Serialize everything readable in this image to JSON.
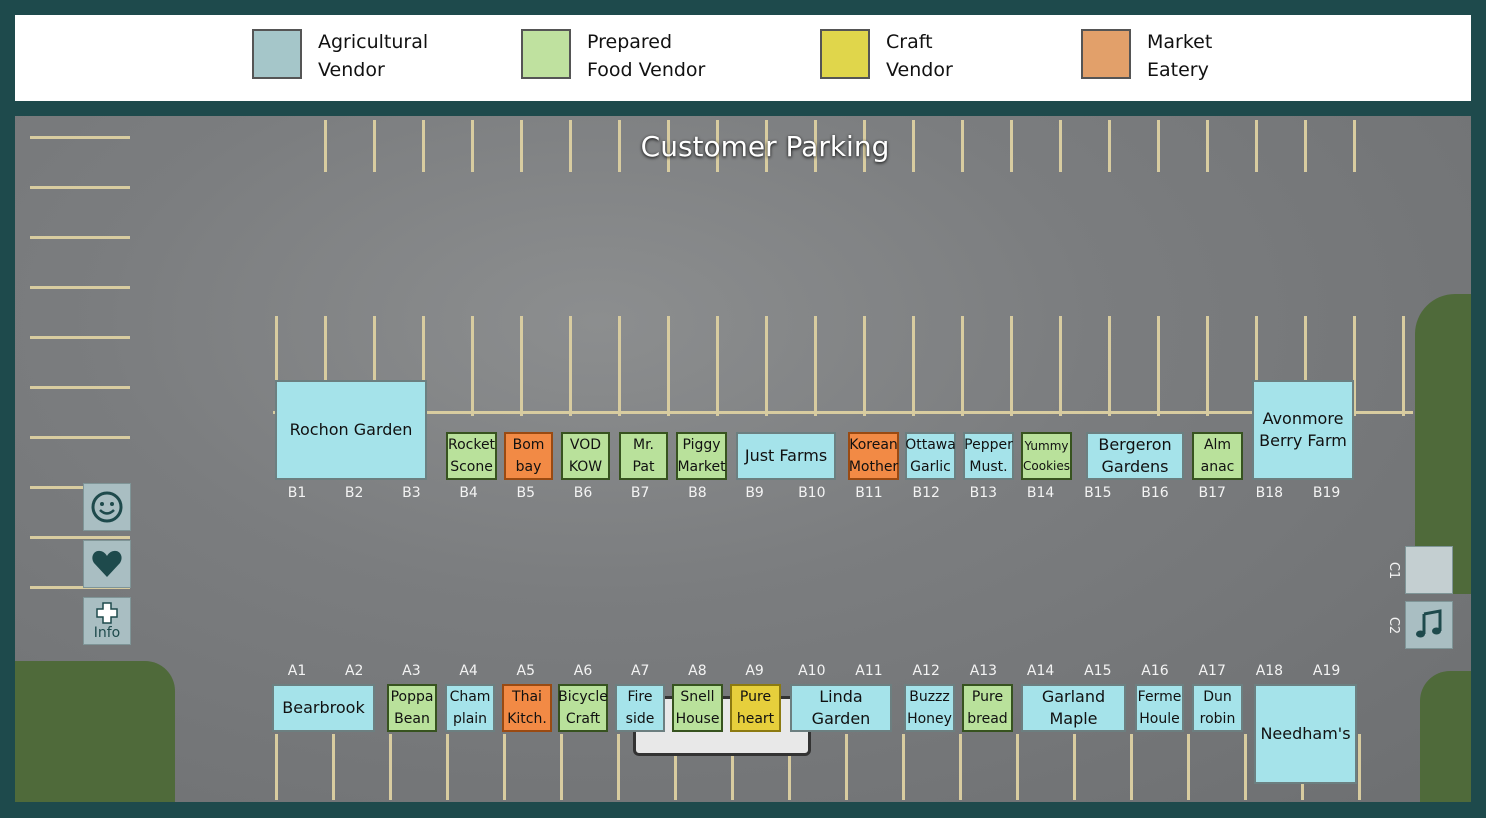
{
  "legend": [
    {
      "label": "Agricultural\nVendor",
      "color": "#a5c6c9"
    },
    {
      "label": "Prepared\nFood Vendor",
      "color": "#bfe19f"
    },
    {
      "label": "Craft\nVendor",
      "color": "#e0d64b"
    },
    {
      "label": "Market\nEatery",
      "color": "#e2a06a"
    }
  ],
  "map_title": "Customer Parking",
  "stalls_b": [
    {
      "name": "Rochon Garden",
      "type": "agri"
    },
    {
      "name": "Rocket\nScone",
      "type": "prep"
    },
    {
      "name": "Bom\nbay",
      "type": "eat"
    },
    {
      "name": "VOD\nKOW",
      "type": "prep"
    },
    {
      "name": "Mr.\nPat",
      "type": "prep"
    },
    {
      "name": "Piggy\nMarket",
      "type": "prep"
    },
    {
      "name": "Just Farms",
      "type": "agri"
    },
    {
      "name": "Korean\nMother",
      "type": "eat"
    },
    {
      "name": "Ottawa\nGarlic",
      "type": "agri"
    },
    {
      "name": "Pepper\nMust.",
      "type": "agri"
    },
    {
      "name": "Yummy\nCookies",
      "type": "prep"
    },
    {
      "name": "Bergeron\nGardens",
      "type": "agri"
    },
    {
      "name": "Alm\nanac",
      "type": "prep"
    },
    {
      "name": "Avonmore\nBerry Farm",
      "type": "agri"
    }
  ],
  "stalls_a": [
    {
      "name": "Bearbrook",
      "type": "agri"
    },
    {
      "name": "Poppa\nBean",
      "type": "prep"
    },
    {
      "name": "Cham\nplain",
      "type": "agri"
    },
    {
      "name": "Thai\nKitch.",
      "type": "eat"
    },
    {
      "name": "Bicycle\nCraft",
      "type": "prep"
    },
    {
      "name": "Fire\nside",
      "type": "agri"
    },
    {
      "name": "Snell\nHouse",
      "type": "prep"
    },
    {
      "name": "Pure\nheart",
      "type": "craft"
    },
    {
      "name": "Linda\nGarden",
      "type": "agri"
    },
    {
      "name": "Buzzz\nHoney",
      "type": "agri"
    },
    {
      "name": "Pure\nbread",
      "type": "prep"
    },
    {
      "name": "Garland\nMaple",
      "type": "agri"
    },
    {
      "name": "Ferme\nHoule",
      "type": "agri"
    },
    {
      "name": "Dun\nrobin",
      "type": "agri"
    },
    {
      "name": "Needham's",
      "type": "agri"
    }
  ],
  "labels_b": [
    "B1",
    "B2",
    "B3",
    "B4",
    "B5",
    "B6",
    "B7",
    "B8",
    "B9",
    "B10",
    "B11",
    "B12",
    "B13",
    "B14",
    "B15",
    "B16",
    "B17",
    "B18",
    "B19"
  ],
  "labels_a": [
    "A1",
    "A2",
    "A3",
    "A4",
    "A5",
    "A6",
    "A7",
    "A8",
    "A9",
    "A10",
    "A11",
    "A12",
    "A13",
    "A14",
    "A15",
    "A16",
    "A17",
    "A18",
    "A19"
  ],
  "buttons": {
    "smiley_icon": "smiley-face-icon",
    "heart_icon": "heart-icon",
    "info_icon": "plus-cross-icon",
    "info_label": "Info",
    "music_icon": "music-note-icon"
  },
  "c_labels": [
    "C1",
    "C2"
  ]
}
